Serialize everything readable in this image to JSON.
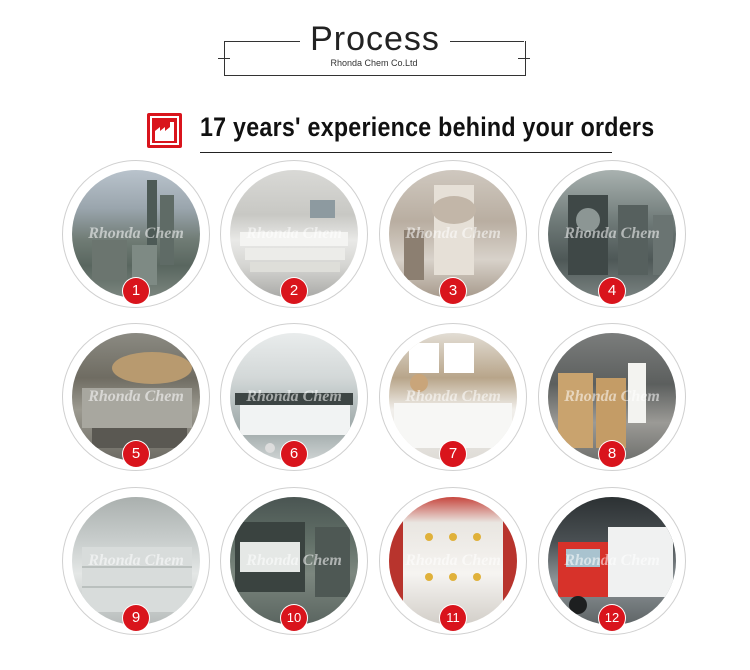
{
  "header": {
    "title": "Process",
    "subtitle": "Rhonda Chem Co.Ltd"
  },
  "subheader": {
    "text": "17 years' experience behind your orders",
    "icon": "factory-icon"
  },
  "watermark": "Rhonda Chem",
  "colors": {
    "accent": "#d9141c"
  },
  "steps": [
    {
      "num": "1"
    },
    {
      "num": "2"
    },
    {
      "num": "3"
    },
    {
      "num": "4"
    },
    {
      "num": "5"
    },
    {
      "num": "6"
    },
    {
      "num": "7"
    },
    {
      "num": "8"
    },
    {
      "num": "9"
    },
    {
      "num": "10"
    },
    {
      "num": "11"
    },
    {
      "num": "12"
    }
  ]
}
